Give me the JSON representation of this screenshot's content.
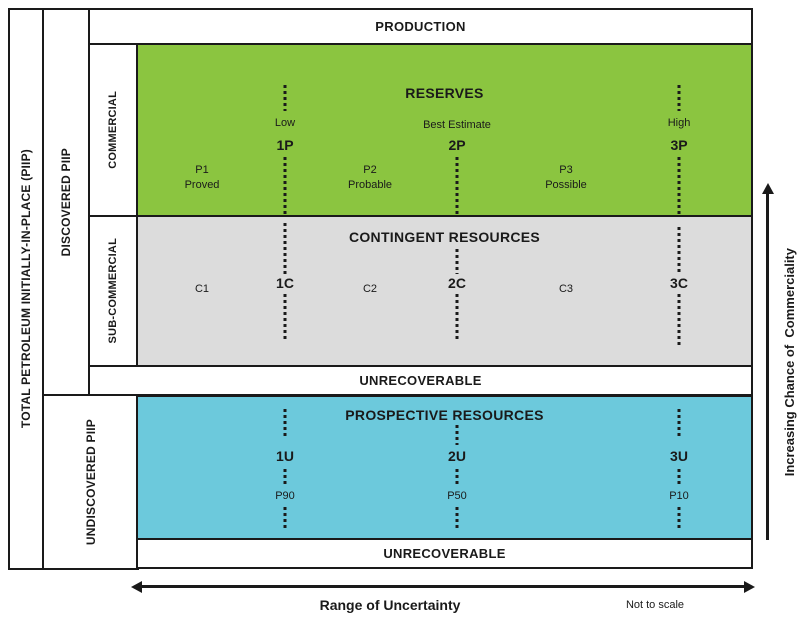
{
  "colors": {
    "green": "#8bc540",
    "gray": "#dcdcdc",
    "blue": "#6cc9dc",
    "line": "#1a1a1a",
    "text": "#1a1a1a"
  },
  "left_panel": {
    "total_piip": "TOTAL PETROLEUM INITIALLY-IN-PLACE (PIIP)",
    "discovered": "DISCOVERED PIIP",
    "undiscovered": "UNDISCOVERED PIIP",
    "commercial": "COMMERCIAL",
    "sub_commercial": "SUB-COMMERCIAL"
  },
  "bands": {
    "production": "PRODUCTION",
    "unrecoverable_discovered": "UNRECOVERABLE",
    "unrecoverable_undiscovered": "UNRECOVERABLE"
  },
  "reserves": {
    "title": "RESERVES",
    "estimates": [
      "Low",
      "Best Estimate",
      "High"
    ],
    "codes": [
      "1P",
      "2P",
      "3P"
    ],
    "categories": [
      "P1\nProved",
      "P2\nProbable",
      "P3\nPossible"
    ]
  },
  "contingent": {
    "title": "CONTINGENT RESOURCES",
    "codes": [
      "1C",
      "2C",
      "3C"
    ],
    "categories": [
      "C1",
      "C2",
      "C3"
    ]
  },
  "prospective": {
    "title": "PROSPECTIVE RESOURCES",
    "codes": [
      "1U",
      "2U",
      "3U"
    ],
    "percentiles": [
      "P90",
      "P50",
      "P10"
    ]
  },
  "axes": {
    "horizontal": "Range of Uncertainty",
    "note": "Not to scale",
    "vertical": "Increasing Chance of  Commerciality"
  }
}
